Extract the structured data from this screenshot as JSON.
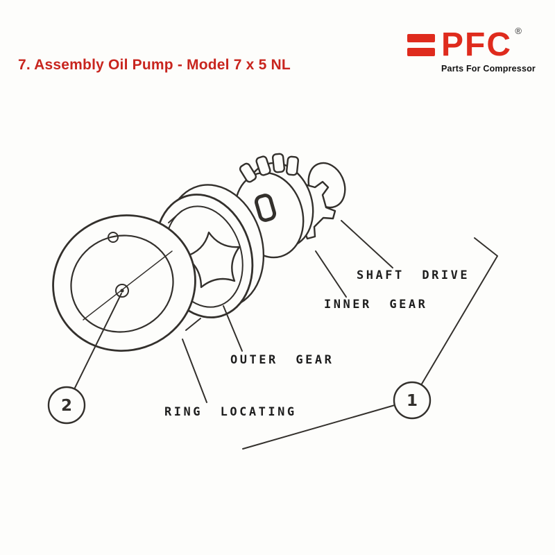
{
  "header": {
    "title": "7. Assembly Oil Pump - Model 7 x 5 NL"
  },
  "logo": {
    "brand": "PFC",
    "registered_mark": "®",
    "tagline": "Parts For Compressor"
  },
  "diagram": {
    "label_shaft_drive": "SHAFT DRIVE",
    "label_inner_gear": "INNER GEAR",
    "label_outer_gear": "OUTER GEAR",
    "label_ring_locating": "RING LOCATING",
    "callout_1": "1",
    "callout_2": "2"
  },
  "colors": {
    "title_red": "#c8251e",
    "logo_red": "#df2b1d",
    "ink": "#33302c"
  }
}
